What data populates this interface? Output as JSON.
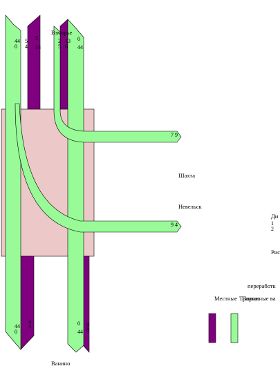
{
  "colors": {
    "local_cargo": "#800080",
    "transit_cargo": "#98fb98",
    "station_block": "#ecc8c8",
    "outline": "#000000"
  },
  "labels": {
    "top_station": "Взморье",
    "bottom_station": "Ванино",
    "side_1": "Шахта",
    "side_2": "Невельск",
    "side_3": "Ди",
    "side_3_sub1": "1",
    "side_3_sub2": "2",
    "side_4": "Рис",
    "processing": "переработк",
    "legend_local": "Местные",
    "legend_transit_a": "Транзит",
    "legend_transit_b": "Порожные ва"
  },
  "flow_numbers": {
    "top_left_green_a": "44",
    "top_left_green_b": "0",
    "top_left_purple_a": "5",
    "top_left_purple_b": "4",
    "top_mid_purple_a": "5",
    "top_mid_purple_b": "14",
    "top_right_purple_a": "2",
    "top_right_purple_b": "5",
    "top_right_green_a": "13",
    "top_right_green_b": "6",
    "top_far_a": "0",
    "top_far_b": "44",
    "branch_shakhta": "7 9",
    "branch_nevelsk": "9 4",
    "bottom_left_green_a": "44",
    "bottom_left_green_b": "0",
    "bottom_left_purple_a": "4",
    "bottom_left_purple_b": "4",
    "bottom_right_green_a": "0",
    "bottom_right_green_b": "44",
    "bottom_right_purple_a": "9",
    "bottom_right_purple_b": "8"
  }
}
